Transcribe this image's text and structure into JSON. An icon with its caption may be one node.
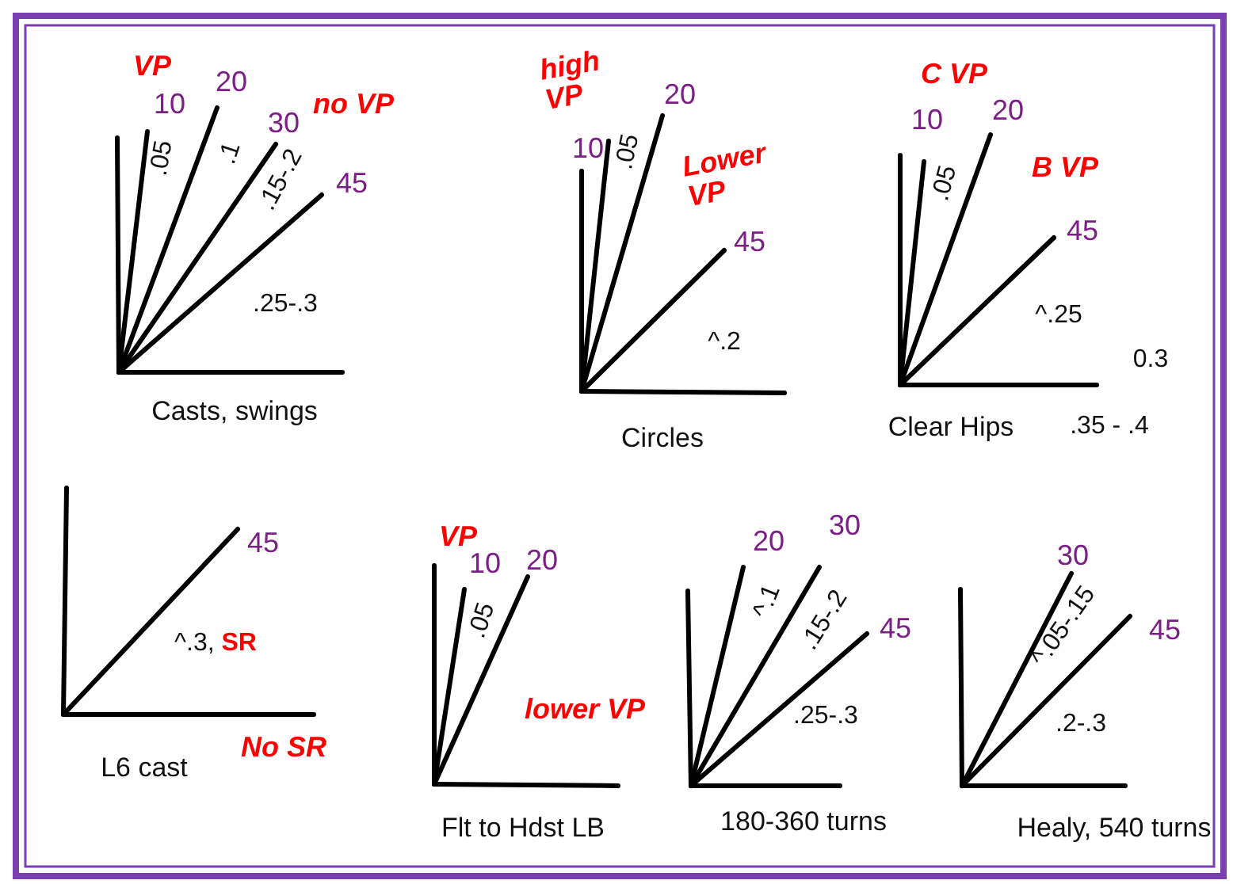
{
  "diagram": {
    "labels": [
      "VP",
      "10",
      "20",
      "30",
      "no VP",
      ".05",
      ".1",
      ".15-.2",
      "45",
      ".25-.3",
      "Casts, swings",
      "high VP",
      "10",
      "20",
      ".05",
      "Lower VP",
      "45",
      "^.2",
      "Circles",
      "C VP",
      "10",
      "20",
      ".05",
      "B VP",
      "45",
      "^.25",
      "0.3",
      "Clear Hips",
      ".35 - .4",
      "45",
      "^.3, **SR**",
      "No SR",
      "L6 cast",
      "VP",
      "10",
      "20",
      ".05",
      "lower VP",
      "Flt to Hdst LB",
      "20",
      "30",
      "^.1",
      ".15-.2",
      "45",
      ".25-.3",
      "180-360 turns",
      "30",
      "^.05-.15",
      "45",
      ".2-.3",
      "Healy, 540 turns"
    ]
  }
}
